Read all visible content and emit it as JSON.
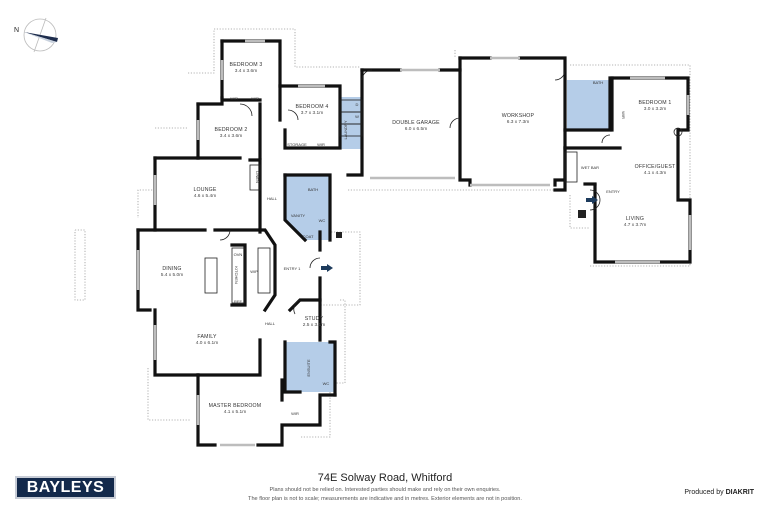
{
  "compass": {
    "label": "N"
  },
  "rooms": {
    "bedroom3": {
      "name": "BEDROOM 3",
      "dim": "3.4 x 3.6m"
    },
    "bedroom2": {
      "name": "BEDROOM 2",
      "dim": "3.4 x 3.6m"
    },
    "bedroom4": {
      "name": "BEDROOM 4",
      "dim": "3.7 x 3.1m"
    },
    "double_garage": {
      "name": "DOUBLE GARAGE",
      "dim": "6.0 x 6.5m"
    },
    "workshop": {
      "name": "WORKSHOP",
      "dim": "6.3 x 7.3m"
    },
    "bedroom1": {
      "name": "BEDROOM 1",
      "dim": "3.0 x 3.2m"
    },
    "office_guest": {
      "name": "OFFICE/GUEST",
      "dim": "4.1 x 4.3m"
    },
    "living": {
      "name": "LIVING",
      "dim": "4.7 x 3.7m"
    },
    "lounge": {
      "name": "LOUNGE",
      "dim": "4.6 x 5.4m"
    },
    "dining": {
      "name": "DINING",
      "dim": "5.4 x 5.0m"
    },
    "family": {
      "name": "FAMILY",
      "dim": "4.0 x 6.1m"
    },
    "master_bedroom": {
      "name": "MASTER BEDROOM",
      "dim": "4.1 x 5.1m"
    },
    "study": {
      "name": "STUDY",
      "dim": "2.5 x 3.1m"
    }
  },
  "labels": {
    "wir": "WIR",
    "laundry": "LAUNDRY",
    "storage": "STORAGE",
    "bath": "BATH",
    "vanity": "VANITY",
    "wc": "WC",
    "coat": "COAT",
    "hall": "HALL",
    "linen": "LINEN",
    "kitchen": "KITCHEN",
    "wip": "WIP",
    "ovn": "OVN",
    "ref": "REF",
    "entry1": "ENTRY 1",
    "entry": "ENTRY",
    "ensuite": "ENSUITE",
    "wet_bar": "WET BAR",
    "dw": "DW",
    "d": "D",
    "w": "W"
  },
  "footer": {
    "logo": "BAYLEYS",
    "address": "74E Solway Road, Whitford",
    "note1": "Plans should not be relied on. Interested parties should make and rely on their own enquiries.",
    "note2": "The floor plan is not to scale; measurements are indicative and in metres. Exterior elements are not in position.",
    "produced_by": "Produced by",
    "producer": "DIAKRIT"
  },
  "colors": {
    "wet_area": "#b5cde8",
    "logo_bg": "#13294b",
    "arrow": "#1d3b5c"
  }
}
